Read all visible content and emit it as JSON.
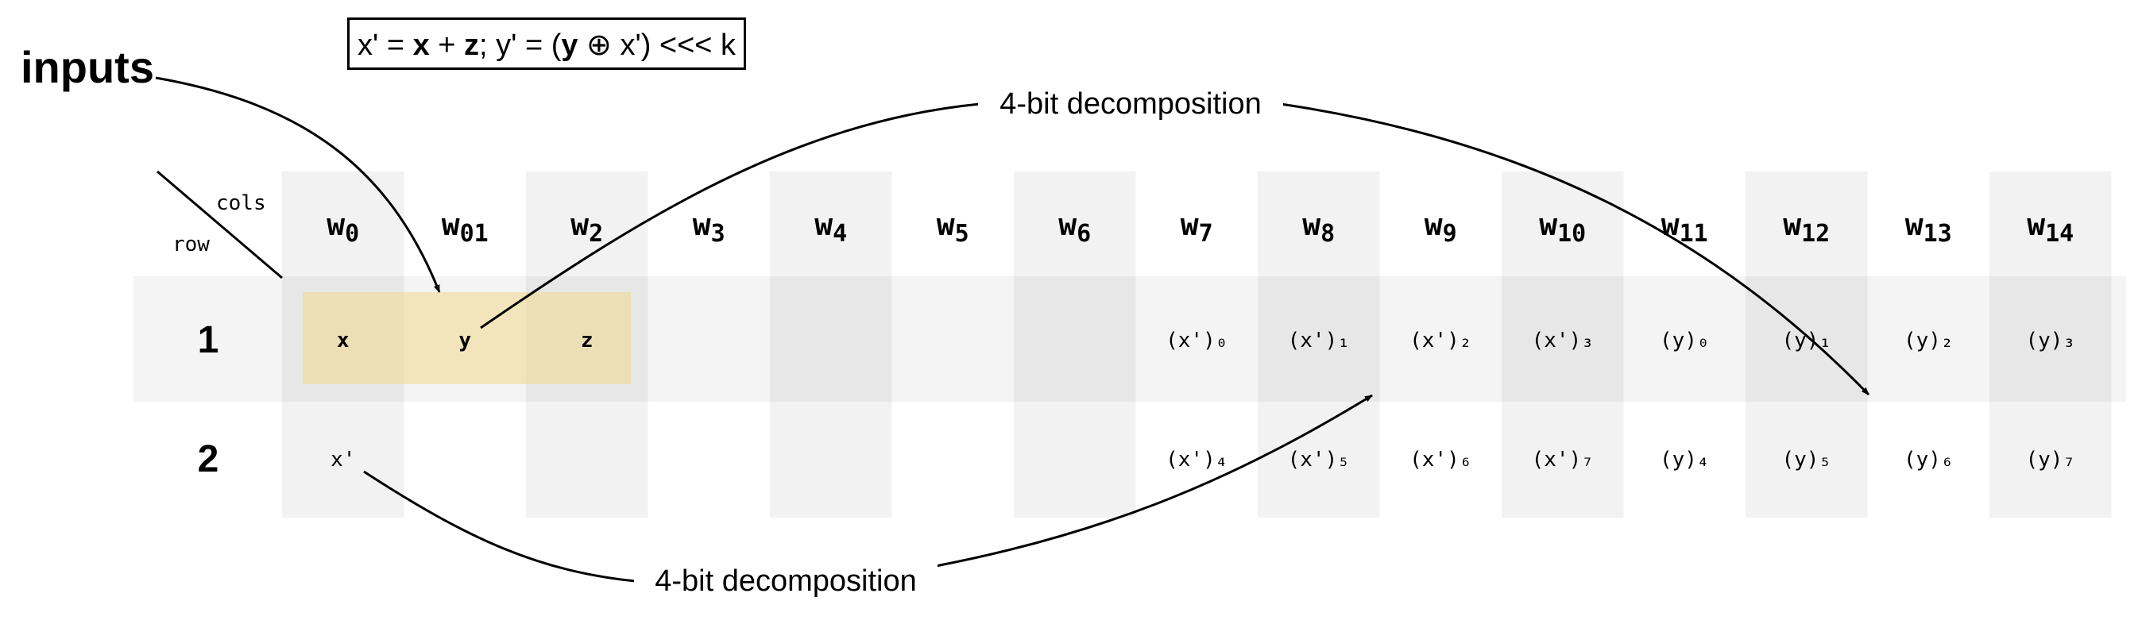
{
  "formula": {
    "parts": [
      {
        "text": "x' = ",
        "bold": false
      },
      {
        "text": "x",
        "bold": true
      },
      {
        "text": " + ",
        "bold": false
      },
      {
        "text": "z",
        "bold": true
      },
      {
        "text": "; y' = (",
        "bold": false
      },
      {
        "text": "y",
        "bold": true
      },
      {
        "text": " ⊕ x') <<< k",
        "bold": false
      }
    ]
  },
  "annotations": {
    "inputs": "inputs",
    "decomposition_top": "4-bit decomposition",
    "decomposition_bottom": "4-bit decomposition"
  },
  "corner": {
    "cols_label": "cols",
    "row_label": "row"
  },
  "columns": [
    {
      "base": "w",
      "sub": "0"
    },
    {
      "base": "w",
      "sub": "01"
    },
    {
      "base": "w",
      "sub": "2"
    },
    {
      "base": "w",
      "sub": "3"
    },
    {
      "base": "w",
      "sub": "4"
    },
    {
      "base": "w",
      "sub": "5"
    },
    {
      "base": "w",
      "sub": "6"
    },
    {
      "base": "w",
      "sub": "7"
    },
    {
      "base": "w",
      "sub": "8"
    },
    {
      "base": "w",
      "sub": "9"
    },
    {
      "base": "w",
      "sub": "10"
    },
    {
      "base": "w",
      "sub": "11"
    },
    {
      "base": "w",
      "sub": "12"
    },
    {
      "base": "w",
      "sub": "13"
    },
    {
      "base": "w",
      "sub": "14"
    }
  ],
  "rows": [
    {
      "label": "1",
      "cells": [
        {
          "col": 0,
          "text": "x"
        },
        {
          "col": 1,
          "text": "y"
        },
        {
          "col": 2,
          "text": "z"
        },
        {
          "col": 7,
          "text": "(x')₀"
        },
        {
          "col": 8,
          "text": "(x')₁"
        },
        {
          "col": 9,
          "text": "(x')₂"
        },
        {
          "col": 10,
          "text": "(x')₃"
        },
        {
          "col": 11,
          "text": "(y)₀"
        },
        {
          "col": 12,
          "text": "(y)₁"
        },
        {
          "col": 13,
          "text": "(y)₂"
        },
        {
          "col": 14,
          "text": "(y)₃"
        }
      ]
    },
    {
      "label": "2",
      "cells": [
        {
          "col": 0,
          "text": "x'"
        },
        {
          "col": 7,
          "text": "(x')₄"
        },
        {
          "col": 8,
          "text": "(x')₅"
        },
        {
          "col": 9,
          "text": "(x')₆"
        },
        {
          "col": 10,
          "text": "(x')₇"
        },
        {
          "col": 11,
          "text": "(y)₄"
        },
        {
          "col": 12,
          "text": "(y)₅"
        },
        {
          "col": 13,
          "text": "(y)₆"
        },
        {
          "col": 14,
          "text": "(y)₇"
        }
      ]
    }
  ],
  "colors": {
    "shaded_column": "#f2f2f2",
    "shaded_row": "#000000",
    "input_highlight": "#f3d98c",
    "ink": "#000000"
  }
}
